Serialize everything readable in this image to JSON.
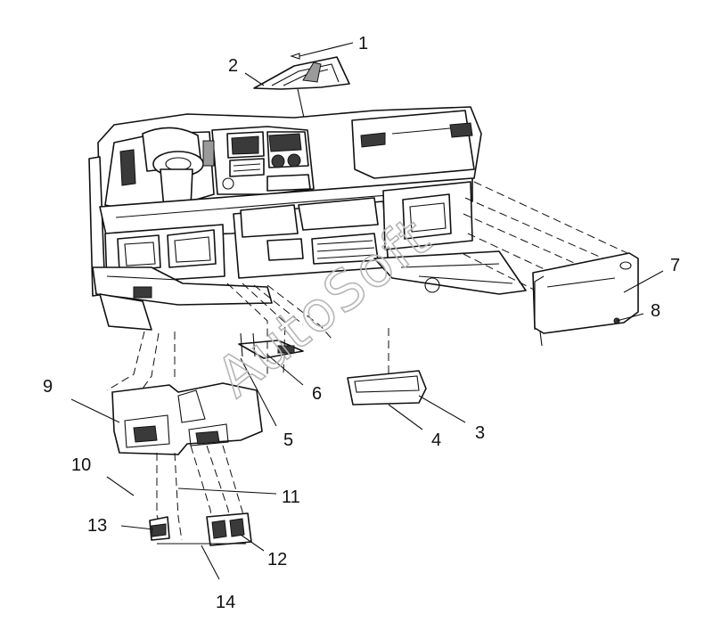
{
  "callouts": [
    {
      "id": "1",
      "text": "1"
    },
    {
      "id": "2",
      "text": "2"
    },
    {
      "id": "3",
      "text": "3"
    },
    {
      "id": "4",
      "text": "4"
    },
    {
      "id": "5",
      "text": "5"
    },
    {
      "id": "6",
      "text": "6"
    },
    {
      "id": "7",
      "text": "7"
    },
    {
      "id": "8",
      "text": "8"
    },
    {
      "id": "9",
      "text": "9"
    },
    {
      "id": "10",
      "text": "10"
    },
    {
      "id": "11",
      "text": "11"
    },
    {
      "id": "12",
      "text": "12"
    },
    {
      "id": "13",
      "text": "13"
    },
    {
      "id": "14",
      "text": "14"
    }
  ],
  "watermark": "AutoSoft",
  "colors": {
    "line": "#111111",
    "watermark": "#b5b5b5",
    "background": "#ffffff"
  }
}
